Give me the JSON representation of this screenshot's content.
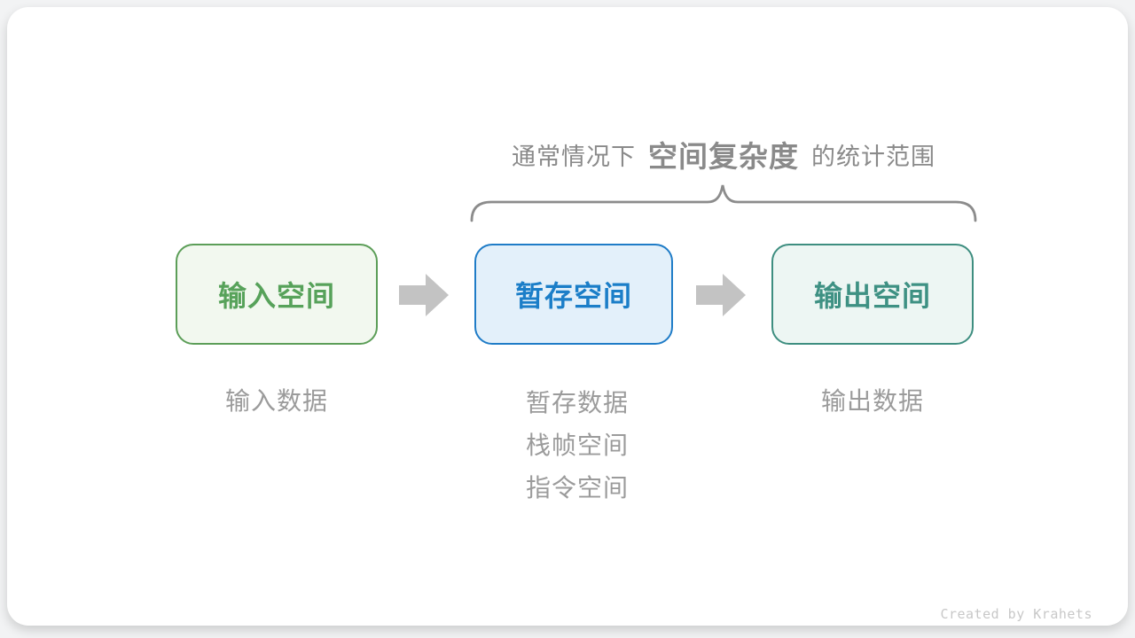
{
  "page": {
    "background_color": "#f2f3f4",
    "card_color": "#ffffff"
  },
  "caption": {
    "prefix": "通常情况下",
    "highlight": "空间复杂度",
    "suffix": "的统计范围",
    "color": "#8a8a8a"
  },
  "brace": {
    "color": "#8c8c8c",
    "spans": "temp-space-box to output-space-box"
  },
  "boxes": [
    {
      "id": "input-space",
      "label": "输入空间",
      "text_color": "#57a25a",
      "border_color": "#5c9e58",
      "fill_color": "#f2f8ef"
    },
    {
      "id": "temp-space",
      "label": "暂存空间",
      "text_color": "#1b7ec8",
      "border_color": "#1f7cc7",
      "fill_color": "#e3f0fa"
    },
    {
      "id": "output-space",
      "label": "输出空间",
      "text_color": "#3e9183",
      "border_color": "#3e8e80",
      "fill_color": "#edf6f3"
    }
  ],
  "sublabels": {
    "input": "输入数据",
    "temp_lines": [
      "暂存数据",
      "栈帧空间",
      "指令空间"
    ],
    "output": "输出数据",
    "color": "#9b9b9b"
  },
  "arrows": {
    "color": "#c3c3c3",
    "direction": "right"
  },
  "credit": {
    "text": "Created by Krahets",
    "color": "#c8c8c8"
  }
}
